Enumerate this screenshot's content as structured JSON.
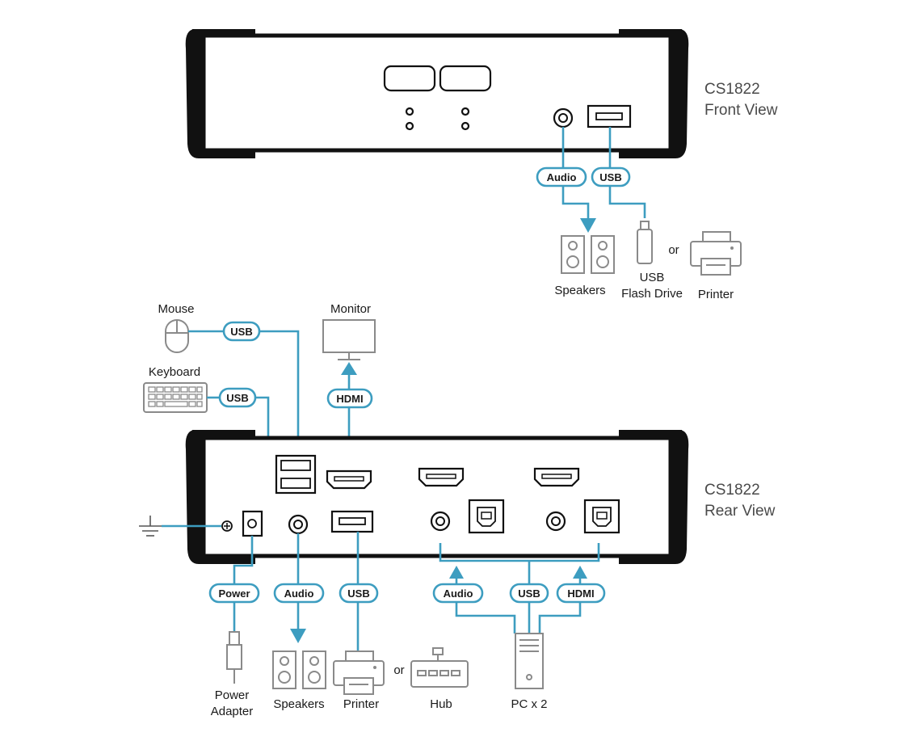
{
  "front": {
    "title_line1": "CS1822",
    "title_line2": "Front View",
    "labels": {
      "audio": "Audio",
      "usb": "USB"
    },
    "devices": {
      "speakers": "Speakers",
      "flash_line1": "USB",
      "flash_line2": "Flash Drive",
      "or": "or",
      "printer": "Printer"
    }
  },
  "rear": {
    "title_line1": "CS1822",
    "title_line2": "Rear View",
    "labels": {
      "usb_mouse": "USB",
      "usb_keyboard": "USB",
      "hdmi_monitor": "HDMI",
      "power": "Power",
      "audio": "Audio",
      "usb_printer": "USB",
      "pc_audio": "Audio",
      "pc_usb": "USB",
      "pc_hdmi": "HDMI"
    },
    "devices": {
      "mouse": "Mouse",
      "keyboard": "Keyboard",
      "monitor": "Monitor",
      "power_line1": "Power",
      "power_line2": "Adapter",
      "speakers": "Speakers",
      "printer": "Printer",
      "or": "or",
      "hub": "Hub",
      "pc": "PC x 2"
    }
  },
  "colors": {
    "wire": "#3d9dc0",
    "device": "#8a8a8a",
    "chassis": "#111111"
  }
}
